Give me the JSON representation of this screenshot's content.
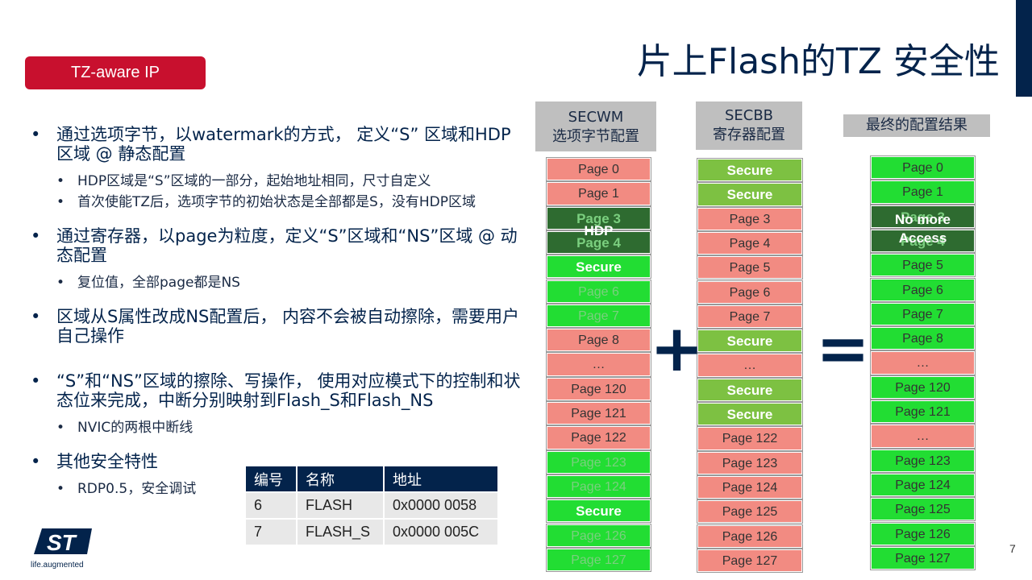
{
  "title": "片上Flash的TZ 安全性",
  "tag": "TZ-aware IP",
  "bullets": [
    {
      "text": "通过选项字节，以watermark的方式， 定义“S” 区域和HDP区域 @ 静态配置",
      "subs": [
        "HDP区域是“S”区域的一部分，起始地址相同，尺寸自定义",
        "首次使能TZ后，选项字节的初始状态是全部都是S，没有HDP区域"
      ]
    },
    {
      "text": "通过寄存器，以page为粒度，定义“S”区域和“NS”区域 @ 动态配置",
      "subs": [
        "复位值，全部page都是NS"
      ]
    },
    {
      "text": "区域从S属性改成NS配置后， 内容不会被自动擦除，需要用户自己操作",
      "subs": []
    },
    {
      "text": "“S”和“NS”区域的擦除、写操作， 使用对应模式下的控制和状态位来完成，中断分别映射到Flash_S和Flash_NS",
      "subs": [
        "NVIC的两根中断线"
      ]
    },
    {
      "text": "其他安全特性",
      "subs": [
        "RDP0.5，安全调试"
      ]
    }
  ],
  "irq_table": {
    "headers": [
      "编号",
      "名称",
      "地址"
    ],
    "rows": [
      [
        "6",
        "FLASH",
        "0x0000 0058"
      ],
      [
        "7",
        "FLASH_S",
        "0x0000 005C"
      ]
    ]
  },
  "columns": {
    "secwm": {
      "title": "SECWM",
      "subtitle": "选项字节配置"
    },
    "secbb": {
      "title": "SECBB",
      "subtitle": "寄存器配置"
    },
    "result": {
      "title": "最终的配置结果"
    }
  },
  "secwm_cells": [
    {
      "text": "Page 0",
      "style": "red"
    },
    {
      "text": "Page 1",
      "style": "red"
    },
    {
      "text": "Page 3",
      "style": "dgreen-ghost"
    },
    {
      "text": "Page 4",
      "style": "dgreen-ghost"
    },
    {
      "text": "Secure",
      "style": "green-bold"
    },
    {
      "text": "Page 6",
      "style": "green-ghost"
    },
    {
      "text": "Page 7",
      "style": "green-ghost"
    },
    {
      "text": "Page 8",
      "style": "red"
    },
    {
      "text": "…",
      "style": "red"
    },
    {
      "text": "Page 120",
      "style": "red"
    },
    {
      "text": "Page 121",
      "style": "red"
    },
    {
      "text": "Page 122",
      "style": "red"
    },
    {
      "text": "Page 123",
      "style": "green-ghost"
    },
    {
      "text": "Page 124",
      "style": "green-ghost"
    },
    {
      "text": "Secure",
      "style": "green-bold"
    },
    {
      "text": "Page 126",
      "style": "green-ghost"
    },
    {
      "text": "Page 127",
      "style": "green-ghost"
    }
  ],
  "secwm_hdp_label": "HDP",
  "secbb_cells": [
    {
      "text": "Secure",
      "style": "olive"
    },
    {
      "text": "Secure",
      "style": "olive"
    },
    {
      "text": "Page 3",
      "style": "red"
    },
    {
      "text": "Page 4",
      "style": "red"
    },
    {
      "text": "Page 5",
      "style": "red"
    },
    {
      "text": "Page 6",
      "style": "red"
    },
    {
      "text": "Page 7",
      "style": "red"
    },
    {
      "text": "Secure",
      "style": "olive"
    },
    {
      "text": "…",
      "style": "red"
    },
    {
      "text": "Secure",
      "style": "olive"
    },
    {
      "text": "Secure",
      "style": "olive"
    },
    {
      "text": "Page 122",
      "style": "red"
    },
    {
      "text": "Page 123",
      "style": "red"
    },
    {
      "text": "Page 124",
      "style": "red"
    },
    {
      "text": "Page 125",
      "style": "red"
    },
    {
      "text": "Page 126",
      "style": "red"
    },
    {
      "text": "Page 127",
      "style": "red"
    }
  ],
  "result_cells": [
    {
      "text": "Page 0",
      "style": "green"
    },
    {
      "text": "Page 1",
      "style": "green"
    },
    {
      "text": "Page 3",
      "style": "dgreen-ghost"
    },
    {
      "text": "Page 4",
      "style": "dgreen-ghost"
    },
    {
      "text": "Page 5",
      "style": "green"
    },
    {
      "text": "Page 6",
      "style": "green"
    },
    {
      "text": "Page 7",
      "style": "green"
    },
    {
      "text": "Page 8",
      "style": "green"
    },
    {
      "text": "…",
      "style": "red"
    },
    {
      "text": "Page 120",
      "style": "green"
    },
    {
      "text": "Page 121",
      "style": "green"
    },
    {
      "text": "…",
      "style": "red"
    },
    {
      "text": "Page 123",
      "style": "green"
    },
    {
      "text": "Page 124",
      "style": "green"
    },
    {
      "text": "Page 125",
      "style": "green"
    },
    {
      "text": "Page 126",
      "style": "green"
    },
    {
      "text": "Page 127",
      "style": "green"
    }
  ],
  "result_overlay_label": "No more Access",
  "operators": {
    "plus": "+",
    "equals": "="
  },
  "logo_text": "life.augmented",
  "page_number": "7"
}
